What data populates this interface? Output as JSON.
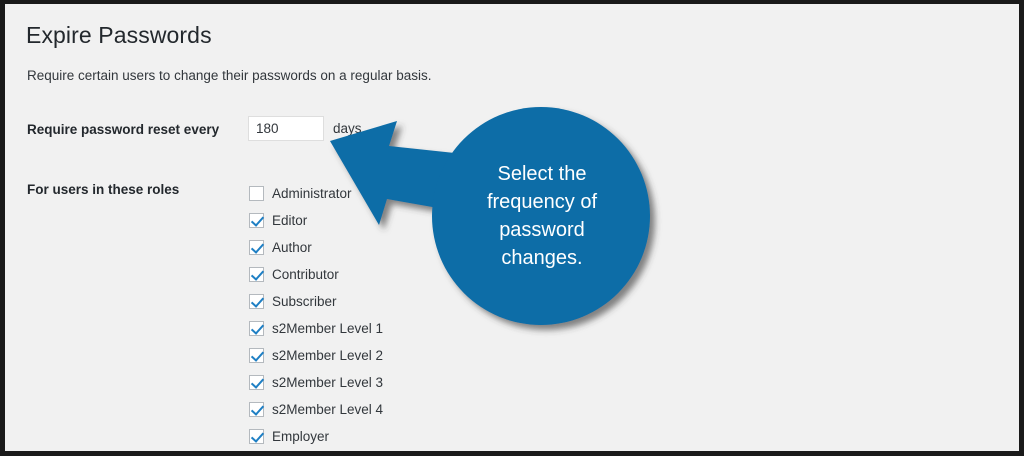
{
  "page": {
    "title": "Expire Passwords",
    "description": "Require certain users to change their passwords on a regular basis.",
    "background_color": "#f1f1f1",
    "border_color": "#1a1a1a"
  },
  "form": {
    "reset_interval": {
      "label": "Require password reset every",
      "value": "180",
      "placeholder": "",
      "unit": "days"
    },
    "roles": {
      "label": "For users in these roles",
      "items": [
        {
          "label": "Administrator",
          "checked": false
        },
        {
          "label": "Editor",
          "checked": true
        },
        {
          "label": "Author",
          "checked": true
        },
        {
          "label": "Contributor",
          "checked": true
        },
        {
          "label": "Subscriber",
          "checked": true
        },
        {
          "label": "s2Member Level 1",
          "checked": true
        },
        {
          "label": "s2Member Level 2",
          "checked": true
        },
        {
          "label": "s2Member Level 3",
          "checked": true
        },
        {
          "label": "s2Member Level 4",
          "checked": true
        },
        {
          "label": "Employer",
          "checked": true
        }
      ]
    }
  },
  "callout": {
    "lines": [
      "Select the",
      "frequency of",
      "password",
      "changes."
    ],
    "text": "Select the frequency of password changes.",
    "shape": "circle-with-arrow",
    "fill_color": "#0a6da7",
    "text_color": "#ffffff",
    "shadow_color": "#3f3f3f",
    "points_to": "reset-interval-input"
  }
}
